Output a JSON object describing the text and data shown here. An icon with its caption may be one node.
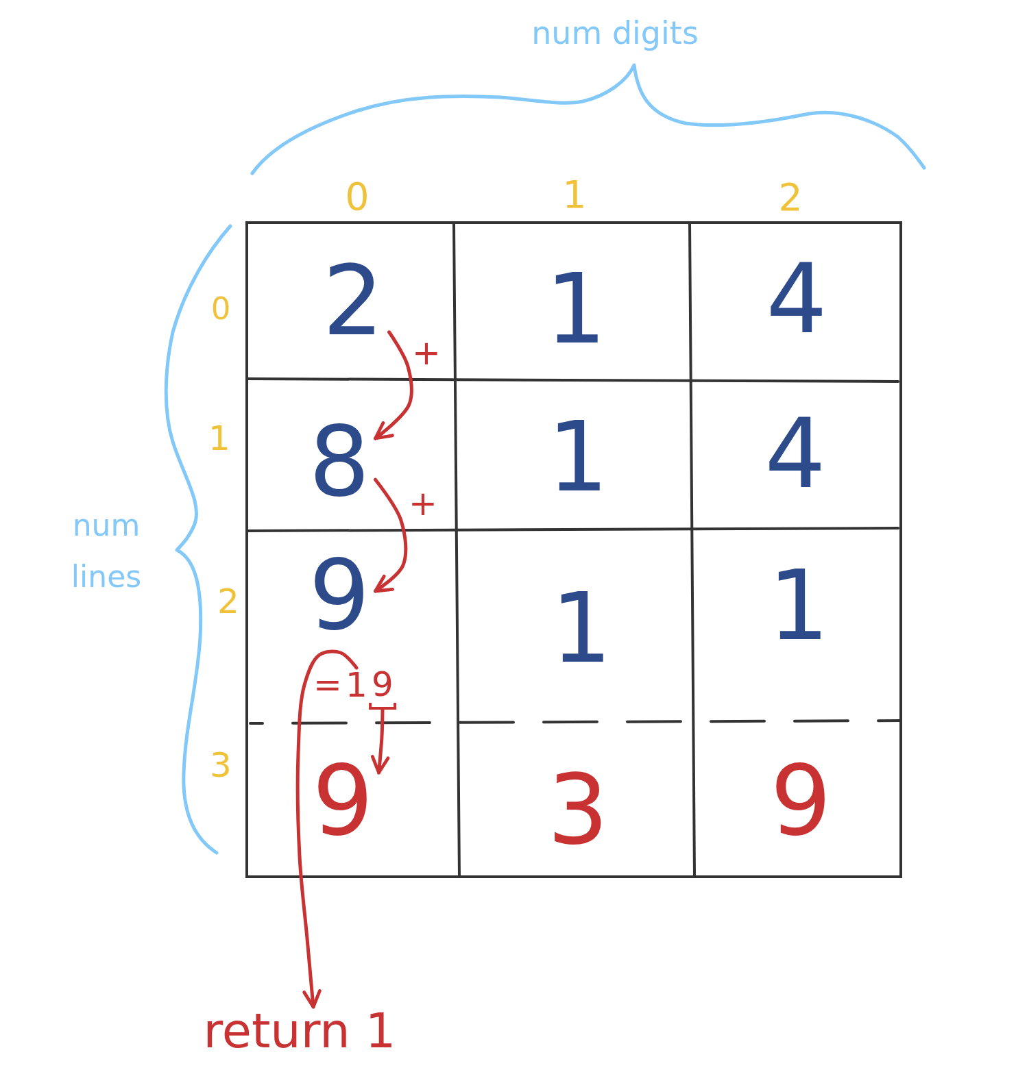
{
  "diagram": {
    "nodes": [
      {
        "text": [
          "2"
        ]
      },
      {
        "text": [
          "8"
        ]
      },
      {
        "text": [
          "9"
        ]
      },
      {
        "text": [
          "1"
        ]
      },
      {
        "text": [
          "9"
        ]
      },
      {
        "text": [
          "9"
        ]
      },
      {
        "text": [
          "return 1"
        ]
      }
    ],
    "edges": [
      {
        "from": 0,
        "to": 1,
        "arrow": "to",
        "label": "+"
      },
      {
        "from": 1,
        "to": 2,
        "arrow": "to",
        "label": "+"
      },
      {
        "from": 4,
        "to": 5,
        "arrow": "to"
      },
      {
        "from": 3,
        "to": 6,
        "arrow": "to"
      }
    ],
    "labels": [
      "num digits",
      "0",
      "1",
      "2",
      "0",
      "1",
      "4",
      "1",
      "1",
      "4",
      "num lines",
      "2",
      "1",
      "1",
      "=",
      "3",
      "3",
      "9"
    ]
  }
}
